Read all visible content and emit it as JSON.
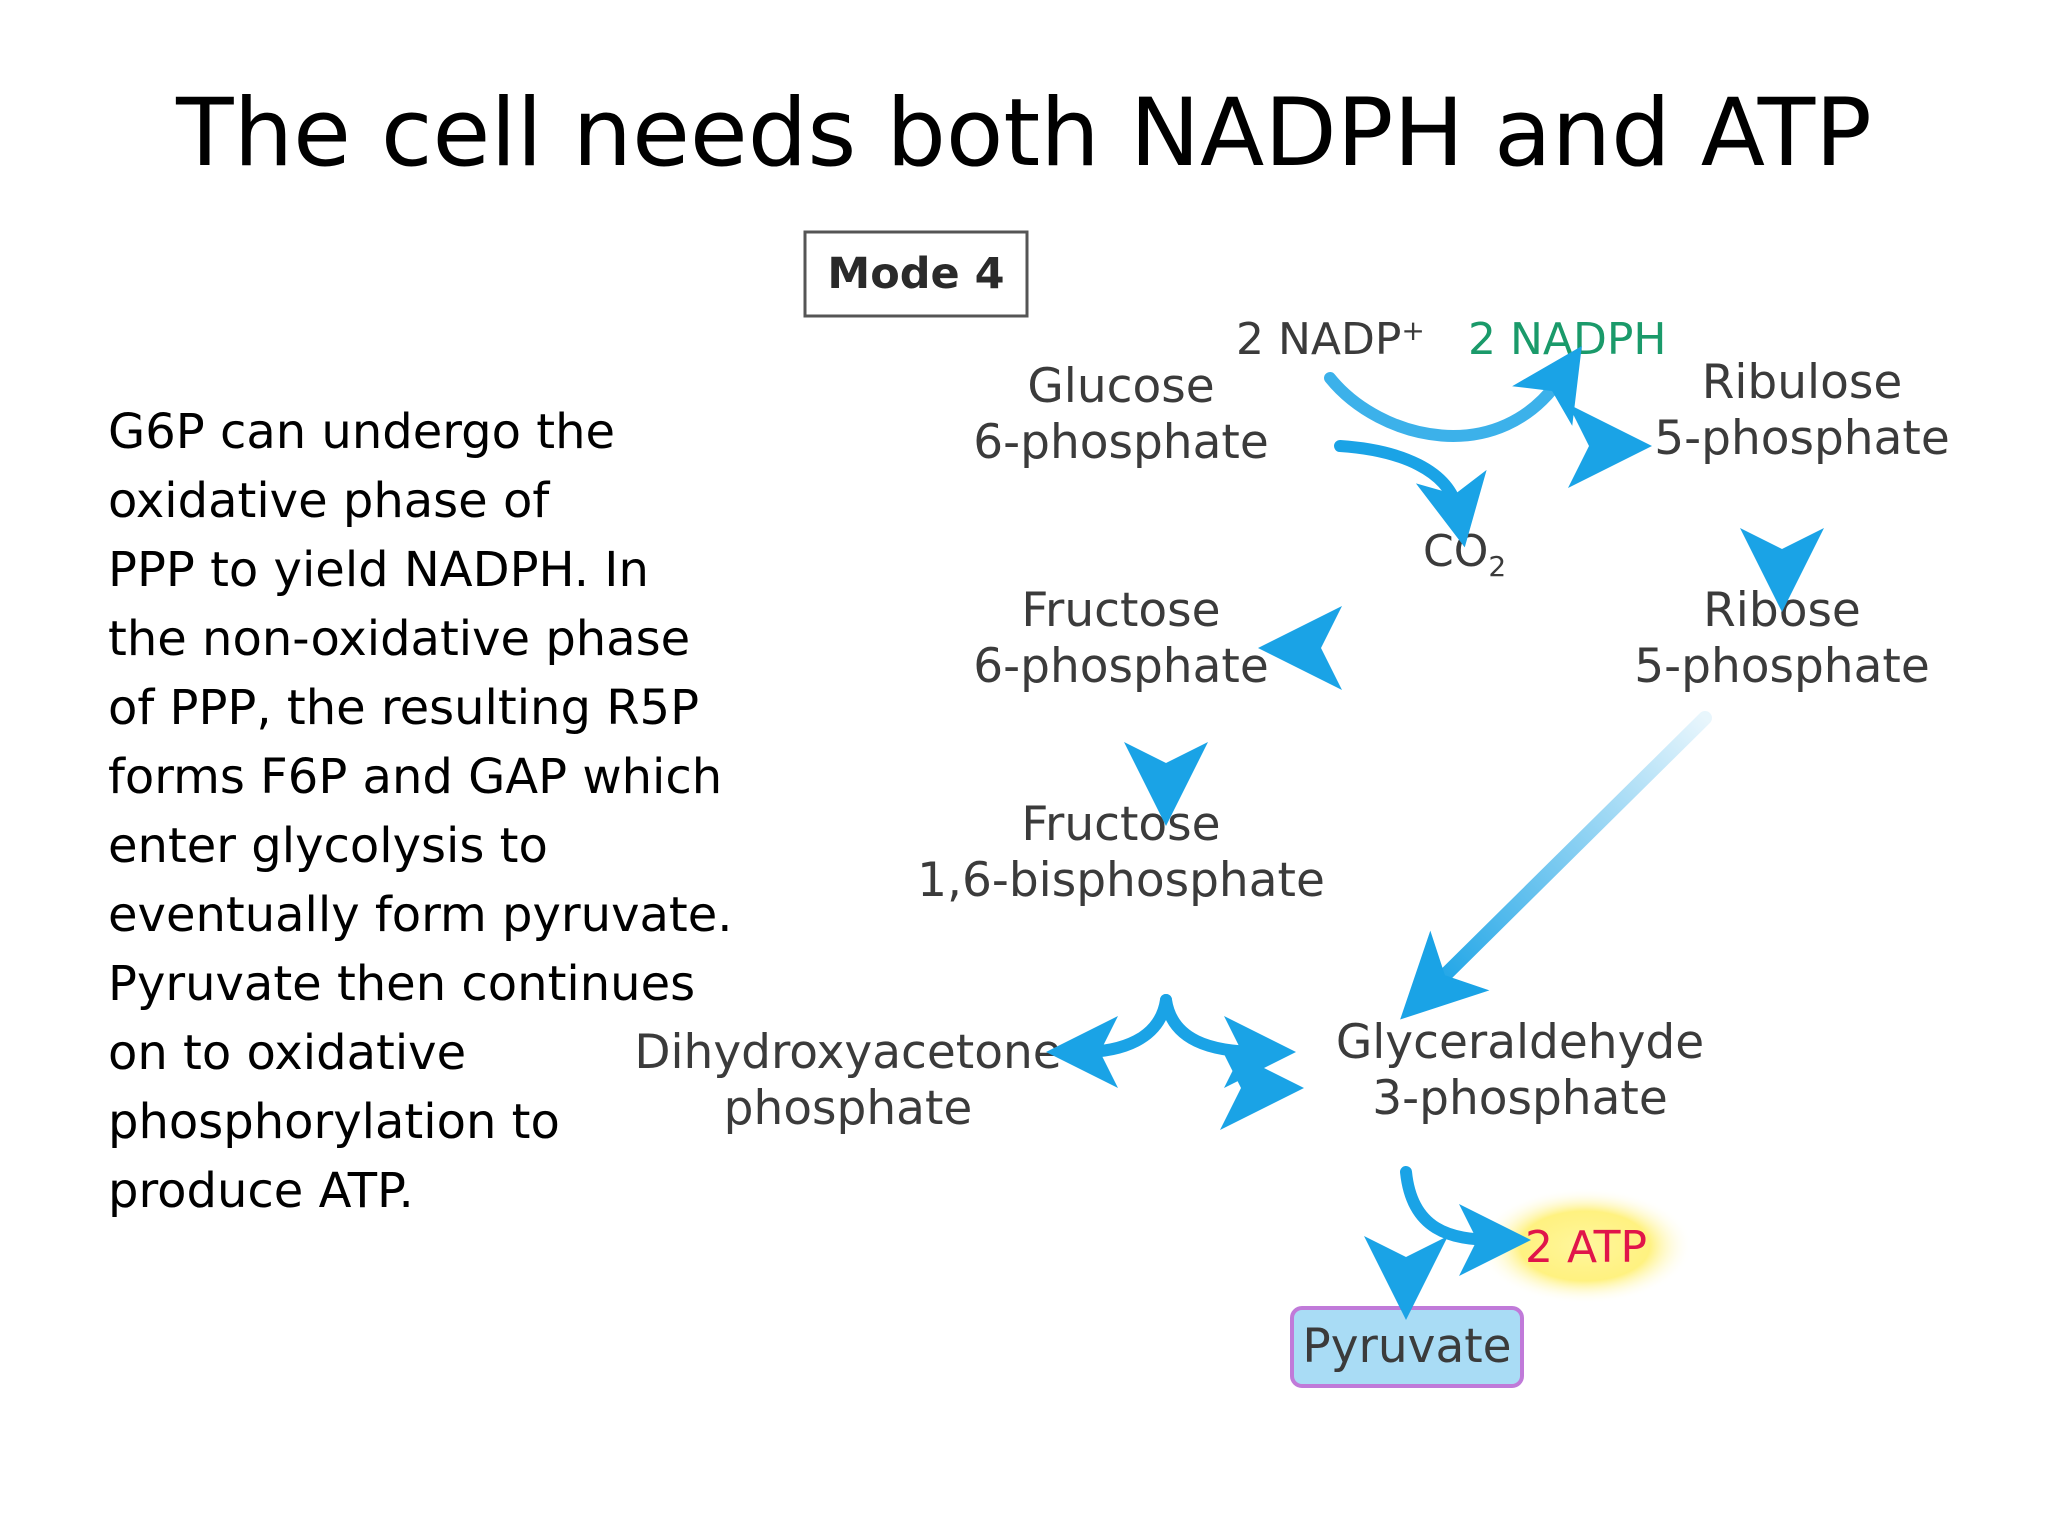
{
  "slide": {
    "title": "The cell needs both NADPH and ATP",
    "body": "G6P can undergo the\noxidative phase of\nPPP to yield NADPH. In\nthe non-oxidative phase\nof PPP, the resulting R5P\nforms F6P and GAP which\nenter glycolysis to\neventually form pyruvate.\nPyruvate then continues\non to oxidative\nphosphorylation to\nproduce ATP."
  },
  "diagram": {
    "mode_label": "Mode 4",
    "g6p": [
      "Glucose",
      "6-phosphate"
    ],
    "nadp": "2 NADP",
    "nadp_sup": "+",
    "nadph": "2 NADPH",
    "co2": "CO",
    "co2_sub": "2",
    "ru5p": [
      "Ribulose",
      "5-phosphate"
    ],
    "r5p": [
      "Ribose",
      "5-phosphate"
    ],
    "f6p": [
      "Fructose",
      "6-phosphate"
    ],
    "f16bp": [
      "Fructose",
      "1,6-bisphosphate"
    ],
    "dhap": [
      "Dihydroxyacetone",
      "phosphate"
    ],
    "gap": [
      "Glyceraldehyde",
      "3-phosphate"
    ],
    "atp": "2 ATP",
    "pyruvate": "Pyruvate",
    "colors": {
      "arrow": "#1aa3e6",
      "nadph_text": "#1a9a6a",
      "atp_text": "#e0154a",
      "atp_glow": "#fff08a",
      "pyruvate_fill": "#a9dcf5",
      "pyruvate_border": "#c07ad9"
    }
  }
}
